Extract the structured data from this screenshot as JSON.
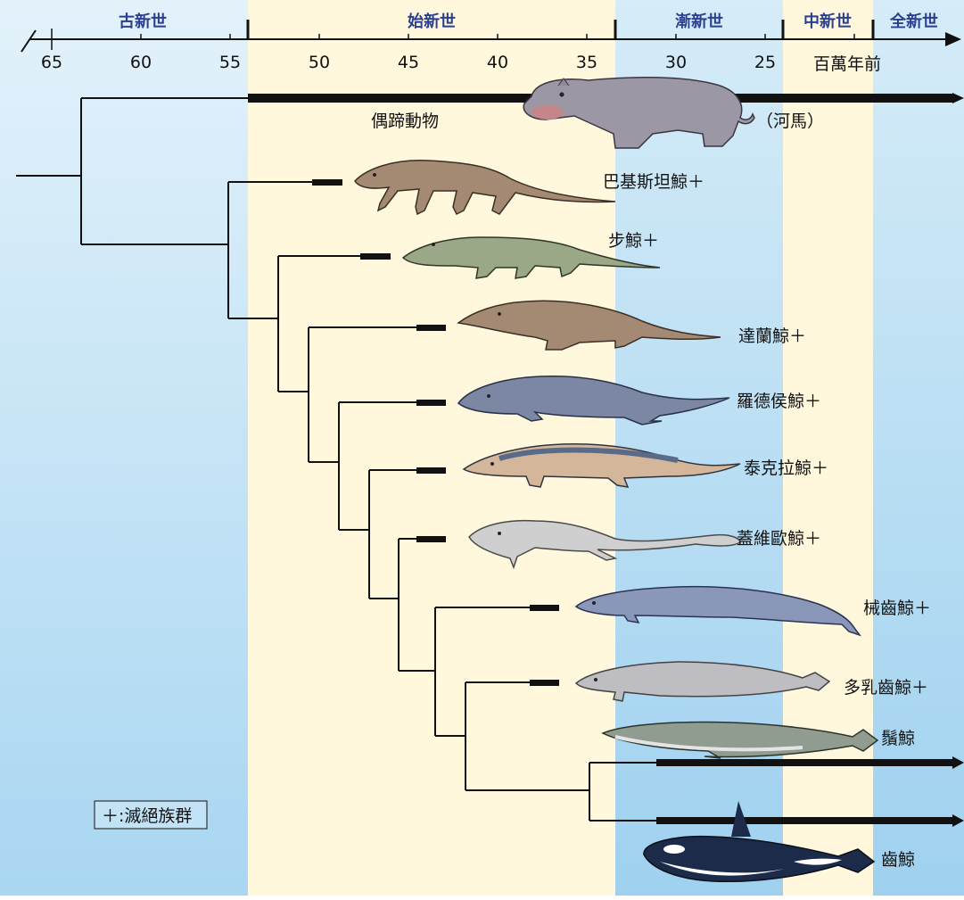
{
  "colors": {
    "paleogene_band": "#c9e6f6",
    "eocene_band": "#fff8dd",
    "oligocene_band": "#c9e6f6",
    "miocene_band": "#fff8dd",
    "holocene_band": "#c9e6f6",
    "epoch_text": "#2a3f8f",
    "tree_line": "#111111"
  },
  "timescale": {
    "epochs": [
      "古新世",
      "始新世",
      "漸新世",
      "中新世",
      "全新世"
    ],
    "ticks": [
      "65",
      "60",
      "55",
      "50",
      "45",
      "40",
      "35",
      "30",
      "25"
    ],
    "unit": "百萬年前"
  },
  "taxa": {
    "artiodactyla": "偶蹄動物",
    "hippo": "（河馬）",
    "pakicetus": "巴基斯坦鯨＋",
    "ambulocetus": "步鯨＋",
    "dalanistes": "達蘭鯨＋",
    "rodhocetus": "羅德侯鯨＋",
    "takracetus": "泰克拉鯨＋",
    "georgiacetus": "蓋維歐鯨＋",
    "basilosaurus": "械齒鯨＋",
    "dorudon": "多乳齒鯨＋",
    "baleen": "鬚鯨",
    "toothed": "齒鯨"
  },
  "legend": "＋:滅絕族群"
}
